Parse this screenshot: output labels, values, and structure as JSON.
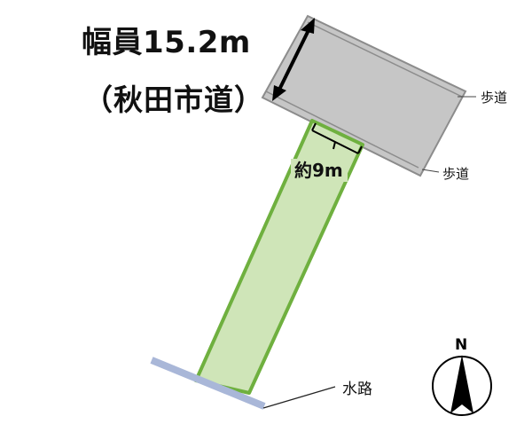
{
  "map": {
    "road_width_label": "幅員15.2m",
    "road_name_label": "（秋田市道）",
    "frontage_label": "約9m",
    "sidewalk_upper_label": "歩道",
    "sidewalk_lower_label": "歩道",
    "waterway_label": "水路",
    "north_label": "N",
    "colors": {
      "road_fill": "#c6c6c6",
      "road_stroke": "#8c8c8c",
      "lot_fill": "#cfe5b8",
      "lot_stroke": "#6fb03f",
      "waterway": "#a9b7d8",
      "text": "#111111"
    }
  }
}
